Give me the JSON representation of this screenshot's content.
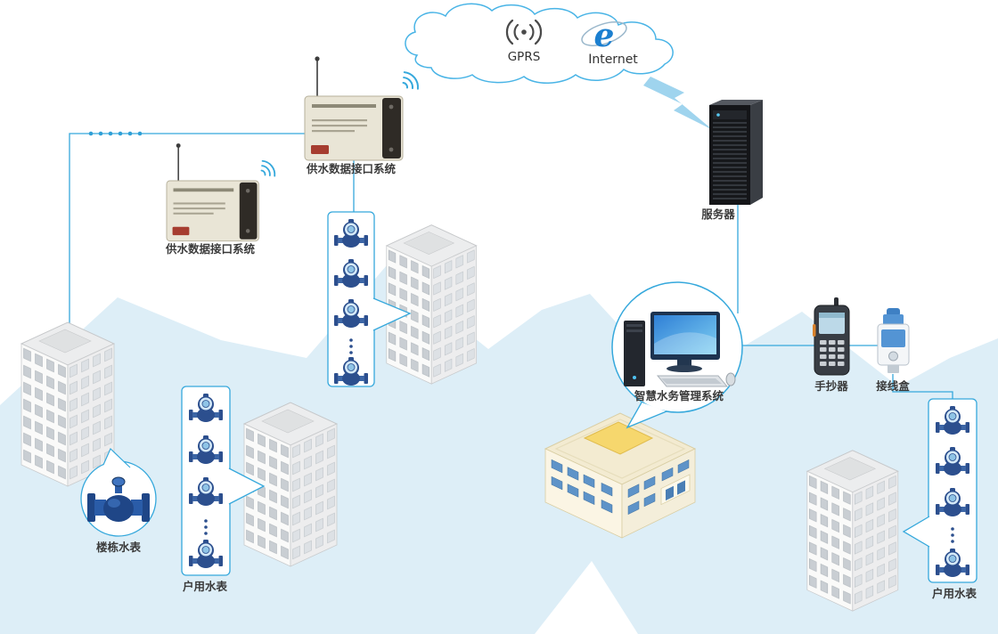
{
  "cloud": {
    "gprs_label": "GPRS",
    "internet_label": "Internet"
  },
  "nodes": {
    "interface_top": "供水数据接口系统",
    "interface_left": "供水数据接口系统",
    "server": "服务器",
    "management_system": "智慧水务管理系统",
    "handheld_reader": "手抄器",
    "junction_box": "接线盒",
    "building_meter": "楼栋水表",
    "household_meters_left": "户用水表",
    "household_meters_right": "户用水表"
  },
  "colors": {
    "connector_blue": "#35a8dc",
    "terrain_blue": "#ddeef7",
    "meter_body_blue": "#2c4f8e",
    "device_beige": "#e9e5d6",
    "server_black": "#141518",
    "school_roof_yellow": "#f6d76d",
    "label_text": "#3a3a3a"
  }
}
